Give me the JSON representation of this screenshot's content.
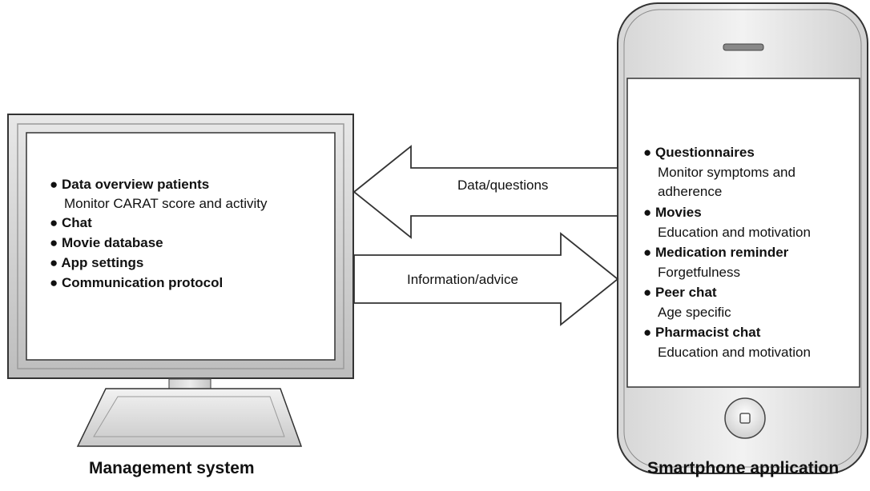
{
  "monitor": {
    "bullet": "●",
    "items": [
      {
        "title": "Data overview patients",
        "detail": "Monitor CARAT score and activity"
      },
      {
        "title": "Chat"
      },
      {
        "title": "Movie database"
      },
      {
        "title": "App settings"
      },
      {
        "title": "Communication protocol"
      }
    ],
    "caption": "Management system"
  },
  "phone": {
    "bullet": "●",
    "items": [
      {
        "title": "Questionnaires",
        "detail_lines": [
          "Monitor symptoms and",
          "adherence"
        ]
      },
      {
        "title": "Movies",
        "detail_lines": [
          "Education and motivation"
        ]
      },
      {
        "title": "Medication reminder",
        "detail_lines": [
          "Forgetfulness"
        ]
      },
      {
        "title": "Peer chat",
        "detail_lines": [
          "Age specific"
        ]
      },
      {
        "title": "Pharmacist chat",
        "detail_lines": [
          "Education and motivation"
        ]
      }
    ],
    "caption": "Smartphone application"
  },
  "arrows": {
    "to_monitor": "Data/questions",
    "to_phone": "Information/advice"
  }
}
